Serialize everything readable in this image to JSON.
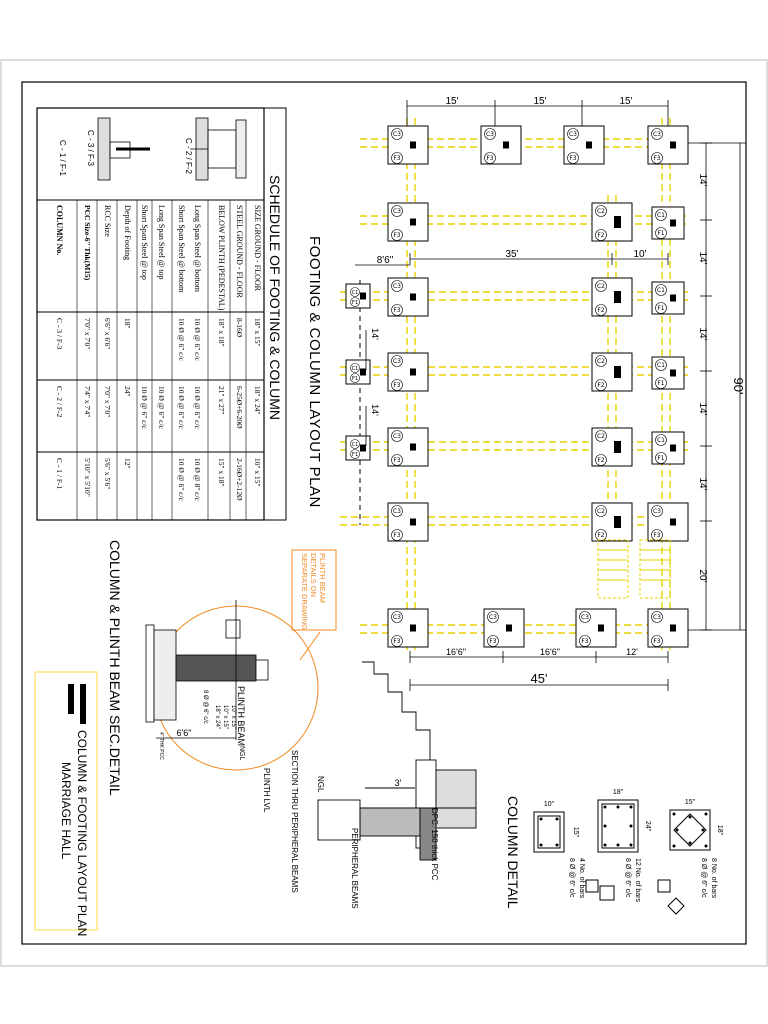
{
  "titles": {
    "plan": "FOOTING & COLUMN LAYOUT PLAN",
    "schedule": "SCHEDULE OF FOOTING & COLUMN",
    "section_detail": "COLUMN & PLINTH BEAM SEC.DETAIL",
    "column_detail": "COLUMN DETAIL",
    "section_peripheral": "SECTION THRU PERIPHERAL BEAMS"
  },
  "title_block": {
    "line1": "COLUMN & FOOTING LAYOUT PLAN",
    "line2": "MARRIAGE HALL"
  },
  "plan_dims": {
    "top": [
      "15'",
      "15'",
      "15'"
    ],
    "right": [
      "14'",
      "14'",
      "14'",
      "14'",
      "14'",
      "20'"
    ],
    "overall_right": "90'",
    "bottom": [
      "16'6\"",
      "16'6\"",
      "12'"
    ],
    "overall_bottom": "45'",
    "inner_35": "35'",
    "inner_10": "10'",
    "left_offset": "8'6\"",
    "left_14a": "14'",
    "left_14b": "14'",
    "column_ids": [
      "C3",
      "C2",
      "C1",
      "F3",
      "F2",
      "F1"
    ]
  },
  "schedule": {
    "row_labels": [
      "SIZE GROUND - FLOOR",
      "STEEL GROUND - FLOOR",
      "BELOW PLINTH (PEDESTAL)",
      "Long Span Steel @ bottom",
      "Short Span Steel @ bottom",
      "Long Span Steel @ top",
      "Short Span Steel @ top",
      "Depth of Footing",
      "RCC Size",
      "PCC Size-6\" Thk(M15)",
      "COLUMN No."
    ],
    "columns": [
      [
        "18\" x 15\"",
        "8-16Ø",
        "18\" x 18\"",
        "10 Ø @ 6\" c/c",
        "10 Ø @ 6\" c/c",
        "",
        "",
        "18\"",
        "6'6\" x 6'6\"",
        "7'0\" x 7'0\"",
        "C - 3 / F-3"
      ],
      [
        "18\" x 24\"",
        "6-25Ø+6-20Ø",
        "21\" x 27\"",
        "10 Ø @ 6\" c/c",
        "10 Ø @ 6\" c/c",
        "10 Ø @ 6\" c/c",
        "10 Ø @ 6\" c/c",
        "24\"",
        "7'0\" x 7'0\"",
        "7'4\" x 7'4\"",
        "C - 2 / F-2"
      ],
      [
        "10\" x 15\"",
        "2-16Ø+2-12Ø",
        "15\" x 18\"",
        "10 Ø @ 8\" c/c",
        "10 Ø @ 6\" c/c",
        "",
        "",
        "12\"",
        "5'6\" x 5'6\"",
        "5'10\" x 5'10\"",
        "C - 1 / F-1"
      ]
    ],
    "detail_labels": [
      "C - 2 / F-2",
      "C - 3 / F-3",
      "C - 1 / F-1"
    ]
  },
  "callout": {
    "line1": "PLINTH BEAM",
    "line2": "DETAILS ON",
    "line3": "SEPARATE DRAWING"
  },
  "section": {
    "plinth_beam": "PLINTH BEAM",
    "dim_66": "6'6\"",
    "pb_sizes": [
      "10\" x 15\"",
      "10\" x 15\"",
      "18\" x 24\""
    ],
    "pb_steel": "8 Ø @ 6\" c/c",
    "ngl": "NGL",
    "plinth_lvl": "PLINTH LVL",
    "dim_3": "3'",
    "dpc": "DPC: 150 thick PCC",
    "peripheral": "PERIPHERAL BEAMS",
    "pcc": "4\" THK PCC"
  },
  "column_detail": {
    "items": [
      {
        "w": "10\"",
        "h": "15\"",
        "bars": "4 No. of bars",
        "ties": "8 Ø @ 6\" c/c"
      },
      {
        "w": "18\"",
        "h": "24\"",
        "bars": "12 No. of bars",
        "ties": "8 Ø @ 6\" c/c"
      },
      {
        "w": "15\"",
        "h": "18\"",
        "bars": "8 No. of bars",
        "ties": "8 Ø @ 6\" c/c"
      }
    ]
  },
  "colors": {
    "grid": "#e6d400",
    "ink": "#000000",
    "callout": "#f08a24"
  }
}
